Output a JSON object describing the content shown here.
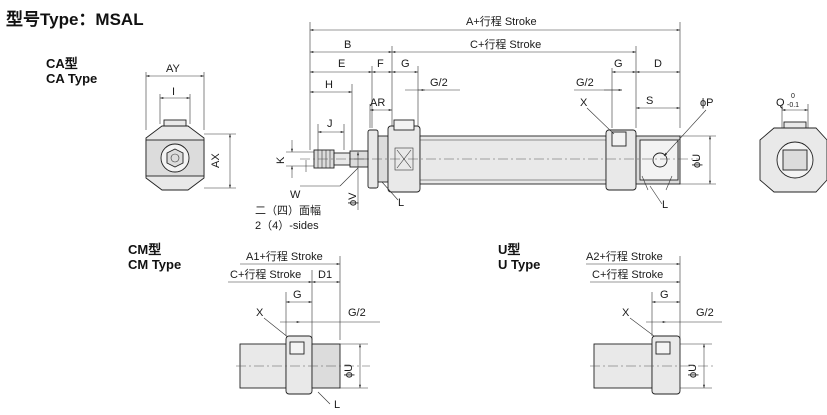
{
  "title": "型号Type：MSAL",
  "ca": {
    "cn": "CA型",
    "en": "CA Type"
  },
  "cm": {
    "cn": "CM型",
    "en": "CM Type"
  },
  "u": {
    "cn": "U型",
    "en": "U Type"
  },
  "main_labels": {
    "a_stroke": "A+行程 Stroke",
    "c_stroke": "C+行程 Stroke",
    "b": "B",
    "e": "E",
    "f": "F",
    "g": "G",
    "g2": "G/2",
    "h": "H",
    "ar": "AR",
    "j": "J",
    "k": "K",
    "w": "W",
    "phi_v": "ϕV",
    "l": "L",
    "x": "X",
    "s": "S",
    "d": "D",
    "phi_p": "ϕP",
    "phi_u": "ϕU",
    "sides_cn": "二（四）面幅",
    "sides_en": "2（4）-sides"
  },
  "ca_labels": {
    "ay": "AY",
    "i": "I",
    "ax": "AX"
  },
  "q_labels": {
    "q": "Q",
    "tol_upper": "0",
    "tol_lower": "-0.1"
  },
  "cm_labels": {
    "a1_stroke": "A1+行程 Stroke",
    "c_stroke": "C+行程 Stroke",
    "d1": "D1",
    "g": "G",
    "x": "X",
    "g2": "G/2",
    "phi_u": "ϕU",
    "l": "L"
  },
  "u_labels": {
    "a2_stroke": "A2+行程 Stroke",
    "c_stroke": "C+行程 Stroke",
    "g": "G",
    "x": "X",
    "g2": "G/2",
    "phi_u": "ϕU"
  }
}
